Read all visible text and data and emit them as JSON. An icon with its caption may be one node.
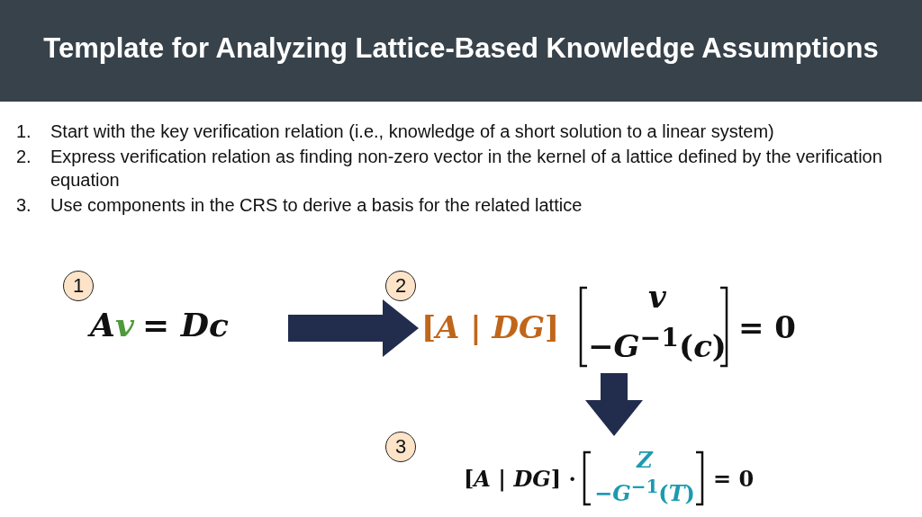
{
  "diagram": {
    "title": "Template for Analyzing Lattice-Based Knowledge Assumptions",
    "nodes": [
      {
        "text": [
          "1"
        ]
      },
      {
        "text": [
          "*A*",
          "*v*",
          "= *Dc*"
        ]
      },
      {
        "text": [
          "2"
        ]
      },
      {
        "text": [
          "[*A* | *DG*]",
          "*v*",
          "−*G*$^{−1}$(*c*)",
          "= 0"
        ]
      },
      {
        "text": [
          "3"
        ]
      },
      {
        "text": [
          "[*A* | *DG*] ·",
          "*Z*",
          "−*G*$^{−1}$(*T*)",
          "= 0"
        ]
      }
    ],
    "edges": [
      {
        "from": 1,
        "to": 3,
        "arrow": "to"
      },
      {
        "from": 3,
        "to": 5,
        "arrow": "to"
      }
    ],
    "labels": [
      "1.",
      "Start with the key verification relation (i.e., knowledge of a short solution to a linear system)",
      "2.",
      "Express verification relation as finding non-zero vector in the kernel of a lattice defined by the verification equation",
      "3.",
      "Use components in the CRS to derive a basis for the related lattice"
    ]
  }
}
